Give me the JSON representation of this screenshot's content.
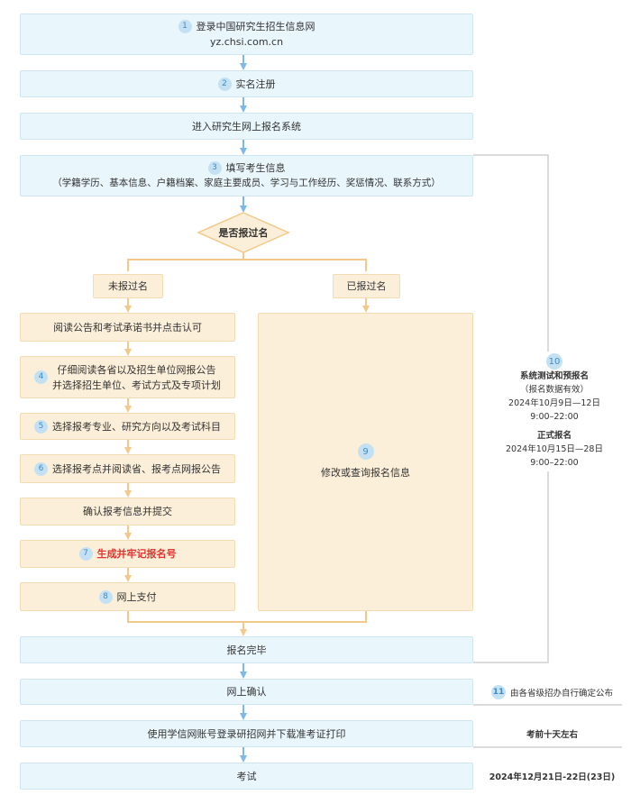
{
  "steps": {
    "s1": {
      "num": "1",
      "line1": "登录中国研究生招生信息网",
      "line2": "yz.chsi.com.cn"
    },
    "s2": {
      "num": "2",
      "label": "实名注册"
    },
    "s_enter": {
      "label": "进入研究生网上报名系统"
    },
    "s3": {
      "num": "3",
      "line1": "填写考生信息",
      "line2": "（学籍学历、基本信息、户籍档案、家庭主要成员、学习与工作经历、奖惩情况、联系方式）"
    },
    "decision": {
      "label": "是否报过名"
    },
    "no_branch": {
      "label": "未报过名"
    },
    "yes_branch": {
      "label": "已报过名"
    },
    "read_notice": {
      "label": "阅读公告和考试承诺书并点击认可"
    },
    "s4": {
      "num": "4",
      "line1": "仔细阅读各省以及招生单位网报公告",
      "line2": "并选择招生单位、考试方式及专项计划"
    },
    "s5": {
      "num": "5",
      "label": "选择报考专业、研究方向以及考试科目"
    },
    "s6": {
      "num": "6",
      "label": "选择报考点并阅读省、报考点网报公告"
    },
    "confirm_submit": {
      "label": "确认报考信息并提交"
    },
    "s7": {
      "num": "7",
      "label": "生成并牢记报名号"
    },
    "s8": {
      "num": "8",
      "label": "网上支付"
    },
    "s9": {
      "num": "9",
      "label": "修改或查询报名信息"
    },
    "done": {
      "label": "报名完毕"
    },
    "online_confirm": {
      "label": "网上确认"
    },
    "print_ticket": {
      "label": "使用学信网账号登录研招网并下载准考证打印"
    },
    "exam": {
      "label": "考试"
    }
  },
  "side": {
    "num": "10",
    "title1": "系统测试和预报名",
    "note1": "（报名数据有效）",
    "date1": "2024年10月9日—12日",
    "time1": "9:00–22:00",
    "title2": "正式报名",
    "date2": "2024年10月15日—28日",
    "time2": "9:00–22:00"
  },
  "right_notes": {
    "n11_num": "11",
    "n11": "由各省级招办自行确定公布",
    "n_print": "考前十天左右",
    "n_exam": "2024年12月21日-22日(23日)"
  },
  "colors": {
    "blue_box": "#e9f6fc",
    "orange_box": "#fcefd9",
    "blue_arrow": "#7cb9e8",
    "orange_arrow": "#f2c98a",
    "highlight": "#e2352f"
  }
}
